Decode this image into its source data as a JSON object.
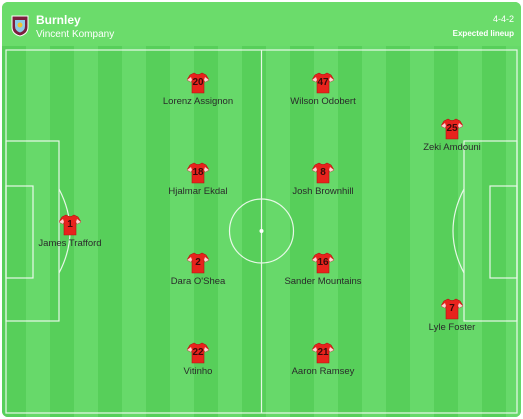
{
  "header": {
    "team": "Burnley",
    "manager": "Vincent Kompany",
    "formation": "4-4-2",
    "lineup_type": "Expected lineup",
    "crest_icon": "burnley-crest-icon"
  },
  "colors": {
    "pitch_dark": "#57cf5a",
    "pitch_light": "#67d96a",
    "header_bg": "#6bdc6b",
    "shirt_red": "#e8231d",
    "shirt_sleeve": "#ffffff"
  },
  "players": [
    {
      "number": "1",
      "name": "James Trafford"
    },
    {
      "number": "20",
      "name": "Lorenz Assignon"
    },
    {
      "number": "18",
      "name": "Hjalmar Ekdal"
    },
    {
      "number": "2",
      "name": "Dara O'Shea"
    },
    {
      "number": "22",
      "name": "Vitinho"
    },
    {
      "number": "47",
      "name": "Wilson Odobert"
    },
    {
      "number": "8",
      "name": "Josh Brownhill"
    },
    {
      "number": "16",
      "name": "Sander Mountains"
    },
    {
      "number": "21",
      "name": "Aaron Ramsey"
    },
    {
      "number": "25",
      "name": "Zeki Amdouni"
    },
    {
      "number": "7",
      "name": "Lyle Foster"
    }
  ]
}
